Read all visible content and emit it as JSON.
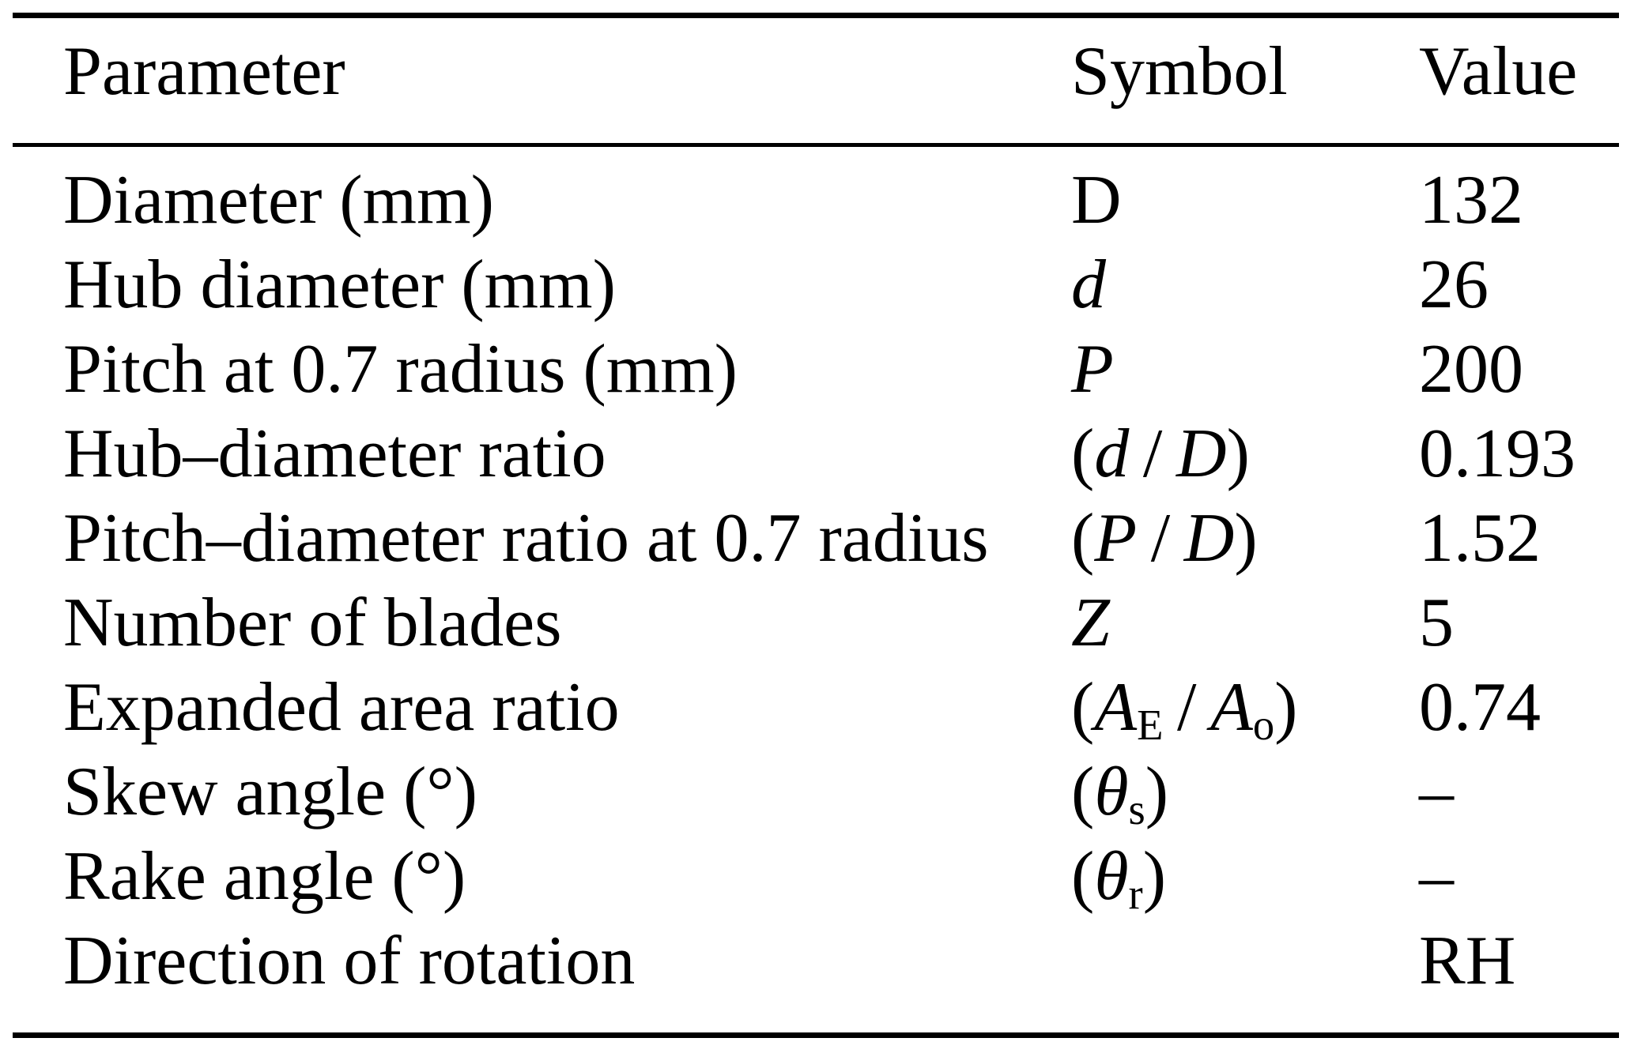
{
  "colors": {
    "text": "#000000",
    "background": "#ffffff",
    "rules": "#000000"
  },
  "table": {
    "columns": [
      "Parameter",
      "Symbol",
      "Value"
    ],
    "rows": [
      {
        "parameter": "Diameter (mm)",
        "symbol": [
          {
            "t": "D"
          }
        ],
        "value": "132"
      },
      {
        "parameter": "Hub diameter (mm)",
        "symbol": [
          {
            "t": "d",
            "i": true
          }
        ],
        "value": "26"
      },
      {
        "parameter": "Pitch at 0.7 radius (mm)",
        "symbol": [
          {
            "t": "P",
            "i": true
          }
        ],
        "value": "200"
      },
      {
        "parameter": "Hub–diameter ratio",
        "symbol": [
          {
            "t": "("
          },
          {
            "t": "d",
            "i": true
          },
          {
            "t": " / "
          },
          {
            "t": "D",
            "i": true
          },
          {
            "t": ")"
          }
        ],
        "value": "0.193"
      },
      {
        "parameter": "Pitch–diameter ratio at 0.7 radius",
        "symbol": [
          {
            "t": "("
          },
          {
            "t": "P",
            "i": true
          },
          {
            "t": " / "
          },
          {
            "t": "D",
            "i": true
          },
          {
            "t": ")"
          }
        ],
        "value": "1.52"
      },
      {
        "parameter": "Number of blades",
        "symbol": [
          {
            "t": "Z",
            "i": true
          }
        ],
        "value": "5"
      },
      {
        "parameter": "Expanded area ratio",
        "symbol": [
          {
            "t": "("
          },
          {
            "t": "A",
            "i": true
          },
          {
            "t": "E",
            "sub": true
          },
          {
            "t": " / "
          },
          {
            "t": "A",
            "i": true
          },
          {
            "t": "o",
            "sub": true
          },
          {
            "t": ")"
          }
        ],
        "value": "0.74"
      },
      {
        "parameter": "Skew angle (°)",
        "symbol": [
          {
            "t": "("
          },
          {
            "t": "θ",
            "i": true
          },
          {
            "t": "s",
            "sub": true
          },
          {
            "t": ")"
          }
        ],
        "value": "–"
      },
      {
        "parameter": "Rake angle (°)",
        "symbol": [
          {
            "t": "("
          },
          {
            "t": "θ",
            "i": true
          },
          {
            "t": "r",
            "sub": true
          },
          {
            "t": ")"
          }
        ],
        "value": "–"
      },
      {
        "parameter": "Direction of rotation",
        "symbol": [],
        "value": "RH"
      }
    ]
  }
}
